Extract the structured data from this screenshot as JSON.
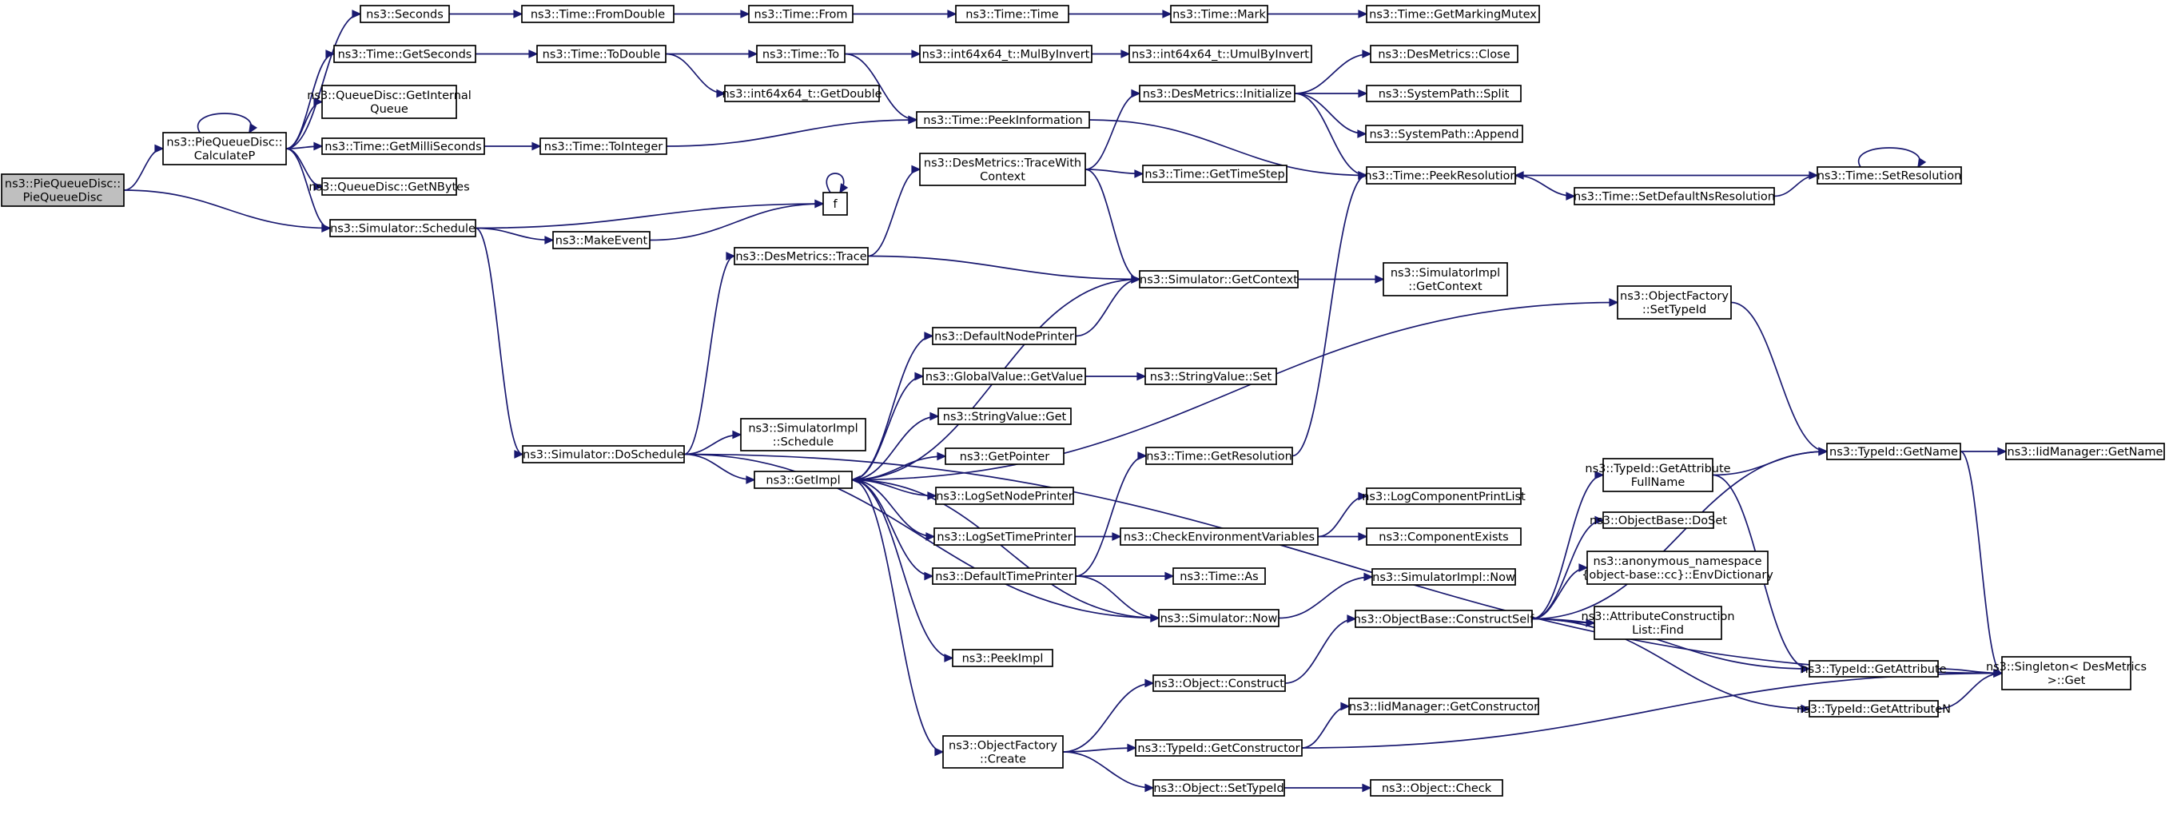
{
  "colors": {
    "edge": "#191970",
    "node_border": "#000000",
    "node_border_truncated": "#ff0000",
    "node_fill": "#ffffff",
    "root_fill": "#bfbfbf"
  },
  "nodes": [
    {
      "id": "root",
      "lines": [
        "ns3::PieQueueDisc::",
        "PieQueueDisc"
      ],
      "root": true
    },
    {
      "id": "calcp",
      "lines": [
        "ns3::PieQueueDisc::",
        "CalculateP"
      ]
    },
    {
      "id": "seconds",
      "lines": [
        "ns3::Seconds"
      ]
    },
    {
      "id": "getseconds",
      "lines": [
        "ns3::Time::GetSeconds"
      ]
    },
    {
      "id": "getinternalqueue",
      "lines": [
        "ns3::QueueDisc::GetInternal",
        "Queue"
      ]
    },
    {
      "id": "getmilliseconds",
      "lines": [
        "ns3::Time::GetMilliSeconds"
      ]
    },
    {
      "id": "getnbytes",
      "lines": [
        "ns3::QueueDisc::GetNBytes"
      ]
    },
    {
      "id": "schedule",
      "lines": [
        "ns3::Simulator::Schedule"
      ]
    },
    {
      "id": "fromdouble",
      "lines": [
        "ns3::Time::FromDouble"
      ]
    },
    {
      "id": "from",
      "lines": [
        "ns3::Time::From"
      ]
    },
    {
      "id": "time",
      "lines": [
        "ns3::Time::Time"
      ]
    },
    {
      "id": "mark",
      "lines": [
        "ns3::Time::Mark"
      ]
    },
    {
      "id": "getmarkingmutex",
      "lines": [
        "ns3::Time::GetMarkingMutex"
      ]
    },
    {
      "id": "todouble",
      "lines": [
        "ns3::Time::ToDouble"
      ]
    },
    {
      "id": "to",
      "lines": [
        "ns3::Time::To"
      ]
    },
    {
      "id": "mulbyinvert",
      "lines": [
        "ns3::int64x64_t::MulByInvert"
      ]
    },
    {
      "id": "umulbyinvert",
      "lines": [
        "ns3::int64x64_t::UmulByInvert"
      ]
    },
    {
      "id": "getdouble",
      "lines": [
        "ns3::int64x64_t::GetDouble"
      ]
    },
    {
      "id": "tointeger",
      "lines": [
        "ns3::Time::ToInteger"
      ]
    },
    {
      "id": "peekinfo",
      "lines": [
        "ns3::Time::PeekInformation"
      ]
    },
    {
      "id": "f",
      "lines": [
        "f"
      ]
    },
    {
      "id": "makeevent",
      "lines": [
        "ns3::MakeEvent"
      ]
    },
    {
      "id": "dmtrace",
      "lines": [
        "ns3::DesMetrics::Trace"
      ]
    },
    {
      "id": "dmtracewith",
      "lines": [
        "ns3::DesMetrics::TraceWith",
        "Context"
      ]
    },
    {
      "id": "dminit",
      "lines": [
        "ns3::DesMetrics::Initialize"
      ]
    },
    {
      "id": "dmclose",
      "lines": [
        "ns3::DesMetrics::Close"
      ]
    },
    {
      "id": "split",
      "lines": [
        "ns3::SystemPath::Split"
      ]
    },
    {
      "id": "append",
      "lines": [
        "ns3::SystemPath::Append"
      ]
    },
    {
      "id": "gettimestep",
      "lines": [
        "ns3::Time::GetTimeStep"
      ]
    },
    {
      "id": "peekres",
      "lines": [
        "ns3::Time::PeekResolution"
      ]
    },
    {
      "id": "setres",
      "lines": [
        "ns3::Time::SetResolution"
      ]
    },
    {
      "id": "setdefaultns",
      "lines": [
        "ns3::Time::SetDefaultNsResolution"
      ]
    },
    {
      "id": "simgetcontext",
      "lines": [
        "ns3::Simulator::GetContext"
      ]
    },
    {
      "id": "simimplgetcontext",
      "lines": [
        "ns3::SimulatorImpl",
        "::GetContext"
      ]
    },
    {
      "id": "ofsettypeid",
      "lines": [
        "ns3::ObjectFactory",
        "::SetTypeId"
      ]
    },
    {
      "id": "defaultnodeprinter",
      "lines": [
        "ns3::DefaultNodePrinter"
      ]
    },
    {
      "id": "gvgetvalue",
      "lines": [
        "ns3::GlobalValue::GetValue"
      ]
    },
    {
      "id": "svset",
      "lines": [
        "ns3::StringValue::Set"
      ]
    },
    {
      "id": "svget",
      "lines": [
        "ns3::StringValue::Get"
      ]
    },
    {
      "id": "getpointer",
      "lines": [
        "ns3::GetPointer"
      ]
    },
    {
      "id": "logsetnodeprinter",
      "lines": [
        "ns3::LogSetNodePrinter"
      ]
    },
    {
      "id": "logsettimeprinter",
      "lines": [
        "ns3::LogSetTimePrinter"
      ]
    },
    {
      "id": "defaulttimeprinter",
      "lines": [
        "ns3::DefaultTimePrinter"
      ]
    },
    {
      "id": "peekimpl",
      "lines": [
        "ns3::PeekImpl"
      ]
    },
    {
      "id": "ofcreate",
      "lines": [
        "ns3::ObjectFactory",
        "::Create"
      ]
    },
    {
      "id": "doschedule",
      "lines": [
        "ns3::Simulator::DoSchedule"
      ]
    },
    {
      "id": "simimplschedule",
      "lines": [
        "ns3::SimulatorImpl",
        "::Schedule"
      ]
    },
    {
      "id": "getimpl",
      "lines": [
        "ns3::GetImpl"
      ]
    },
    {
      "id": "timegetres",
      "lines": [
        "ns3::Time::GetResolution"
      ]
    },
    {
      "id": "checkenv",
      "lines": [
        "ns3::CheckEnvironmentVariables"
      ]
    },
    {
      "id": "logcomplist",
      "lines": [
        "ns3::LogComponentPrintList"
      ],
      "truncated": true
    },
    {
      "id": "compexists",
      "lines": [
        "ns3::ComponentExists"
      ],
      "truncated": true
    },
    {
      "id": "timeas",
      "lines": [
        "ns3::Time::As"
      ]
    },
    {
      "id": "simnow",
      "lines": [
        "ns3::Simulator::Now"
      ]
    },
    {
      "id": "simimplnow",
      "lines": [
        "ns3::SimulatorImpl::Now"
      ]
    },
    {
      "id": "objconstruct",
      "lines": [
        "ns3::Object::Construct"
      ]
    },
    {
      "id": "obconstructself",
      "lines": [
        "ns3::ObjectBase::ConstructSelf"
      ],
      "truncated": true
    },
    {
      "id": "tidgetctor",
      "lines": [
        "ns3::TypeId::GetConstructor"
      ]
    },
    {
      "id": "iidgetctor",
      "lines": [
        "ns3::IidManager::GetConstructor"
      ],
      "truncated": true
    },
    {
      "id": "objsettypeid",
      "lines": [
        "ns3::Object::SetTypeId"
      ]
    },
    {
      "id": "objcheck",
      "lines": [
        "ns3::Object::Check"
      ],
      "truncated": true
    },
    {
      "id": "tidgetattrfull",
      "lines": [
        "ns3::TypeId::GetAttribute",
        "FullName"
      ]
    },
    {
      "id": "obdoset",
      "lines": [
        "ns3::ObjectBase::DoSet"
      ]
    },
    {
      "id": "envdict",
      "lines": [
        "ns3::anonymous_namespace",
        "{object-base::cc}::EnvDictionary"
      ]
    },
    {
      "id": "acfind",
      "lines": [
        "ns3::AttributeConstruction",
        "List::Find"
      ]
    },
    {
      "id": "tidgetattr",
      "lines": [
        "ns3::TypeId::GetAttribute"
      ],
      "truncated": true
    },
    {
      "id": "tidgetattrn",
      "lines": [
        "ns3::TypeId::GetAttributeN"
      ],
      "truncated": true
    },
    {
      "id": "tidgetname",
      "lines": [
        "ns3::TypeId::GetName"
      ]
    },
    {
      "id": "iidgetname",
      "lines": [
        "ns3::IidManager::GetName"
      ],
      "truncated": true
    },
    {
      "id": "singleton",
      "lines": [
        "ns3::Singleton< DesMetrics",
        ">::Get"
      ]
    }
  ],
  "edges": [
    [
      "root",
      "calcp"
    ],
    [
      "root",
      "schedule"
    ],
    [
      "calcp",
      "calcp"
    ],
    [
      "calcp",
      "seconds"
    ],
    [
      "calcp",
      "getseconds"
    ],
    [
      "calcp",
      "getinternalqueue"
    ],
    [
      "calcp",
      "getmilliseconds"
    ],
    [
      "calcp",
      "getnbytes"
    ],
    [
      "calcp",
      "schedule"
    ],
    [
      "seconds",
      "fromdouble"
    ],
    [
      "fromdouble",
      "from"
    ],
    [
      "from",
      "time"
    ],
    [
      "time",
      "mark"
    ],
    [
      "mark",
      "getmarkingmutex"
    ],
    [
      "getseconds",
      "todouble"
    ],
    [
      "todouble",
      "to"
    ],
    [
      "todouble",
      "getdouble"
    ],
    [
      "to",
      "mulbyinvert"
    ],
    [
      "mulbyinvert",
      "umulbyinvert"
    ],
    [
      "to",
      "peekinfo"
    ],
    [
      "getmilliseconds",
      "tointeger"
    ],
    [
      "tointeger",
      "peekinfo"
    ],
    [
      "peekinfo",
      "peekres"
    ],
    [
      "schedule",
      "f"
    ],
    [
      "schedule",
      "makeevent"
    ],
    [
      "makeevent",
      "f"
    ],
    [
      "f",
      "f"
    ],
    [
      "schedule",
      "doschedule"
    ],
    [
      "doschedule",
      "dmtrace"
    ],
    [
      "doschedule",
      "simimplschedule"
    ],
    [
      "doschedule",
      "getimpl"
    ],
    [
      "doschedule",
      "simnow"
    ],
    [
      "doschedule",
      "singleton"
    ],
    [
      "dmtrace",
      "dmtracewith"
    ],
    [
      "dmtrace",
      "simgetcontext"
    ],
    [
      "dmtracewith",
      "dminit"
    ],
    [
      "dmtracewith",
      "gettimestep"
    ],
    [
      "dmtracewith",
      "simgetcontext"
    ],
    [
      "dminit",
      "dmclose"
    ],
    [
      "dminit",
      "split"
    ],
    [
      "dminit",
      "append"
    ],
    [
      "dminit",
      "peekres"
    ],
    [
      "peekres",
      "setdefaultns"
    ],
    [
      "setdefaultns",
      "setres"
    ],
    [
      "setres",
      "peekres"
    ],
    [
      "setres",
      "setres"
    ],
    [
      "simgetcontext",
      "simimplgetcontext"
    ],
    [
      "simgetcontext",
      "getimpl"
    ],
    [
      "getimpl",
      "ofsettypeid"
    ],
    [
      "getimpl",
      "defaultnodeprinter"
    ],
    [
      "getimpl",
      "gvgetvalue"
    ],
    [
      "getimpl",
      "svget"
    ],
    [
      "getimpl",
      "getpointer"
    ],
    [
      "getimpl",
      "logsetnodeprinter"
    ],
    [
      "getimpl",
      "logsettimeprinter"
    ],
    [
      "getimpl",
      "defaulttimeprinter"
    ],
    [
      "getimpl",
      "peekimpl"
    ],
    [
      "getimpl",
      "ofcreate"
    ],
    [
      "defaultnodeprinter",
      "simgetcontext"
    ],
    [
      "gvgetvalue",
      "svset"
    ],
    [
      "logsettimeprinter",
      "checkenv"
    ],
    [
      "checkenv",
      "logcomplist"
    ],
    [
      "checkenv",
      "compexists"
    ],
    [
      "defaulttimeprinter",
      "timegetres"
    ],
    [
      "defaulttimeprinter",
      "timeas"
    ],
    [
      "defaulttimeprinter",
      "simnow"
    ],
    [
      "timegetres",
      "peekres"
    ],
    [
      "simnow",
      "getimpl"
    ],
    [
      "simnow",
      "simimplnow"
    ],
    [
      "ofcreate",
      "objconstruct"
    ],
    [
      "ofcreate",
      "tidgetctor"
    ],
    [
      "ofcreate",
      "objsettypeid"
    ],
    [
      "objconstruct",
      "obconstructself"
    ],
    [
      "tidgetctor",
      "iidgetctor"
    ],
    [
      "tidgetctor",
      "singleton"
    ],
    [
      "objsettypeid",
      "objcheck"
    ],
    [
      "ofsettypeid",
      "tidgetname"
    ],
    [
      "obconstructself",
      "tidgetattrfull"
    ],
    [
      "obconstructself",
      "obdoset"
    ],
    [
      "obconstructself",
      "envdict"
    ],
    [
      "obconstructself",
      "acfind"
    ],
    [
      "obconstructself",
      "tidgetattr"
    ],
    [
      "obconstructself",
      "tidgetattrn"
    ],
    [
      "obconstructself",
      "tidgetname"
    ],
    [
      "tidgetattrfull",
      "tidgetname"
    ],
    [
      "tidgetattrfull",
      "tidgetattr"
    ],
    [
      "tidgetattr",
      "singleton"
    ],
    [
      "tidgetattrn",
      "singleton"
    ],
    [
      "tidgetname",
      "iidgetname"
    ],
    [
      "tidgetname",
      "singleton"
    ]
  ]
}
